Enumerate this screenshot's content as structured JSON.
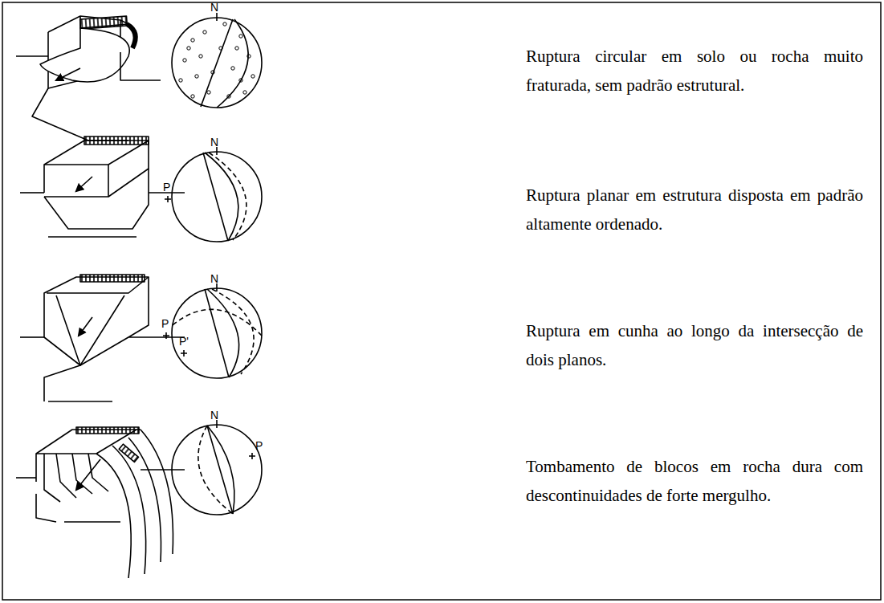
{
  "diagram": {
    "labels": [
      "N",
      "Ruptura circular em solo ou rocha muito fraturada, sem padrão estrutural.",
      "N",
      "P",
      "Ruptura planar em estrutura disposta em padrão altamente ordenado.",
      "N",
      "P",
      "P'",
      "Ruptura em cunha ao longo da intersecção de dois planos.",
      "N",
      "P",
      "Tombamento de blocos em rocha dura com descontinuidades de forte mergulho."
    ]
  }
}
